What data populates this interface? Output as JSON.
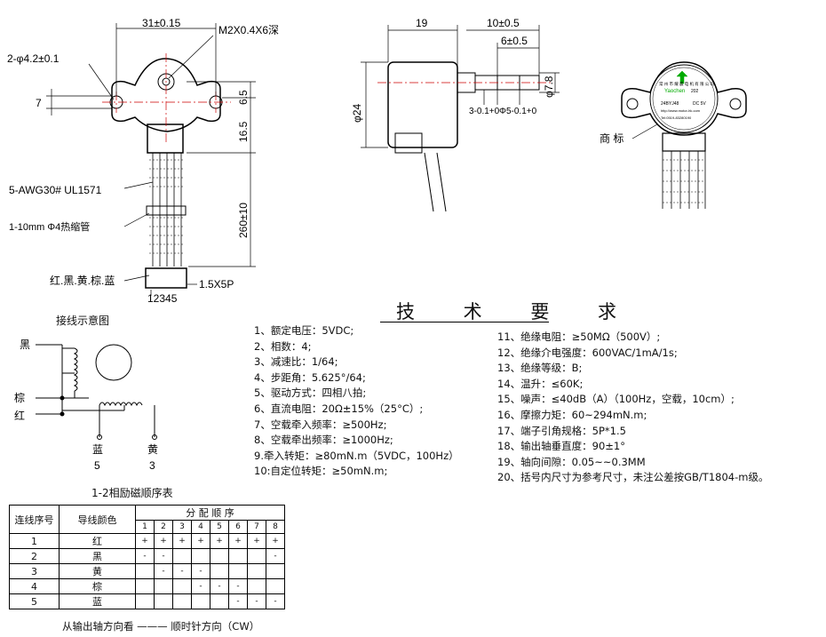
{
  "front_view": {
    "dim_width": "31±0.15",
    "dim_screw": "M2X0.4X6深",
    "dim_holes": "2-φ4.2±0.1",
    "dim_7": "7",
    "dim_6_5": "6.5",
    "dim_16_5": "16.5",
    "dim_260": "260±10",
    "wire_spec": "5-AWG30# UL1571",
    "heat_shrink": "1-10mm Φ4热缩管",
    "wire_colors": "红.黑.黄.棕.蓝",
    "pin_numbers": "12345",
    "connector": "1.5X5P"
  },
  "side_view": {
    "dim_19": "19",
    "dim_10": "10±0.5",
    "dim_6": "6±0.5",
    "dim_24": "φ24",
    "dim_7_8": "φ7.8",
    "dim_3": "3-0.1+0",
    "dim_5": "Φ5-0.1+0"
  },
  "label_view": {
    "callout": "商 标",
    "text_company": "常 州 市 耀 晨 电 机 有 限 公 司",
    "text_logo": "Yaochen",
    "text_model": "24BYJ48",
    "text_voltage": "DC 5V",
    "text_code": "202",
    "text_web": "http://www.motor-hk.com",
    "text_phone": "Tel:0519-83280190"
  },
  "tech_title": "技 术 要 求",
  "specs_left": [
    "1、额定电压：5VDC;",
    "2、相数：4;",
    "3、减速比：1/64;",
    "4、步距角：5.625°/64;",
    "5、驱动方式：四相八拍;",
    "6、直流电阻：20Ω±15%（25°C）;",
    "7、空载牵入频率：≥500Hz;",
    "8、空载牵出频率：≥1000Hz;",
    "9.牵入转矩：≥80mN.m（5VDC，100Hz）",
    "10:自定位转矩：≥50mN.m;"
  ],
  "specs_right": [
    "11、绝缘电阻：≥50MΩ（500V）;",
    "12、绝缘介电强度：600VAC/1mA/1s;",
    "13、绝缘等级：B;",
    "14、温升：≤60K;",
    "15、噪声：≤40dB（A）（100Hz，空载，10cm）;",
    "16、摩擦力矩：60~294mN.m;",
    "17、端子引角规格：5P*1.5",
    "18、输出轴垂直度：90±1°",
    "19、轴向间隙：0.05~~0.3MM",
    "20、括号内尺寸为参考尺寸，未注公差按GB/T1804-m级。"
  ],
  "wiring": {
    "title": "接线示意图",
    "black": "黑",
    "brown": "棕",
    "red": "红",
    "blue": "蓝",
    "yellow": "黄",
    "pin_blue": "5",
    "pin_yellow": "3"
  },
  "table": {
    "title": "1-2相励磁顺序表",
    "head_seq": "连线序号",
    "head_color": "导线颜色",
    "head_dist": "分 配 顺 序",
    "steps": [
      "1",
      "2",
      "3",
      "4",
      "5",
      "6",
      "7",
      "8"
    ],
    "rows": [
      {
        "n": "1",
        "color": "红",
        "cells": [
          "+",
          "+",
          "+",
          "+",
          "+",
          "+",
          "+",
          "+"
        ]
      },
      {
        "n": "2",
        "color": "黑",
        "cells": [
          "-",
          "-",
          "",
          "",
          "",
          "",
          "",
          "-"
        ]
      },
      {
        "n": "3",
        "color": "黄",
        "cells": [
          "",
          "-",
          "-",
          "-",
          "",
          "",
          "",
          ""
        ]
      },
      {
        "n": "4",
        "color": "棕",
        "cells": [
          "",
          "",
          "",
          "-",
          "-",
          "-",
          "",
          ""
        ]
      },
      {
        "n": "5",
        "color": "蓝",
        "cells": [
          "",
          "",
          "",
          "",
          "",
          "-",
          "-",
          "-"
        ]
      }
    ],
    "direction": "从输出轴方向看 ——— 顺时针方向（CW）"
  }
}
